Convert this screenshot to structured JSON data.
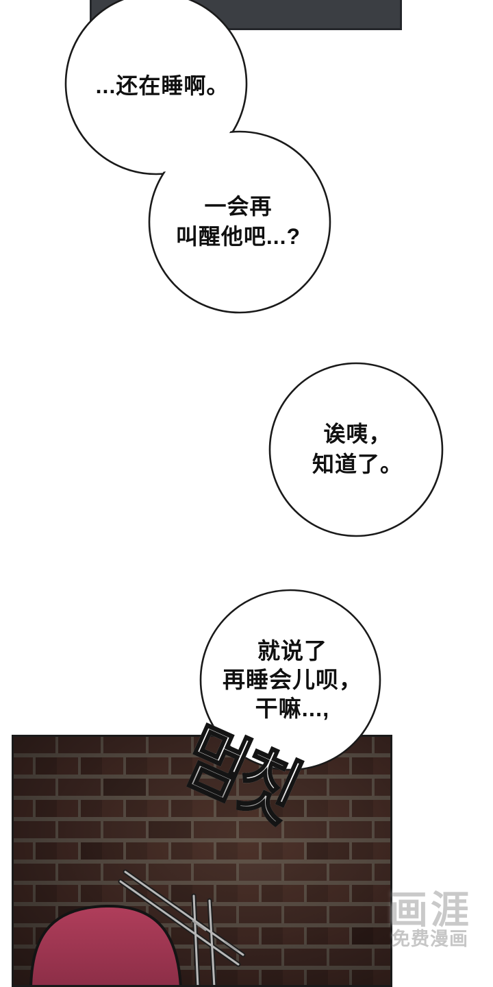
{
  "page": {
    "background": "#ffffff",
    "bubble_stroke": "#1a1a1a",
    "bubble_fill": "#ffffff"
  },
  "top_panel": {
    "fill": "#3b3e43",
    "border": "#24262a"
  },
  "bubbles": [
    {
      "name": "bubble-1",
      "lines": [
        "...还在睡啊。"
      ]
    },
    {
      "name": "bubble-2",
      "lines": [
        "一会再",
        "叫醒他吧...?"
      ]
    },
    {
      "name": "bubble-3",
      "lines": [
        "诶咦，",
        "知道了。"
      ]
    },
    {
      "name": "bubble-4",
      "lines": [
        "就说了",
        "再睡会儿呗，",
        "干嘛...,"
      ]
    }
  ],
  "sfx": {
    "text": "멈칫"
  },
  "watermark": {
    "logo": "画涯",
    "tagline": "免费漫画",
    "color": "#c9c9c9"
  },
  "panel_colors": {
    "brick": "#3f2823",
    "mortar": "#5d5249",
    "dome_top": "#b03e5b",
    "dome_bottom": "#8c2e47",
    "stick_gray": "#b8b8b8"
  }
}
